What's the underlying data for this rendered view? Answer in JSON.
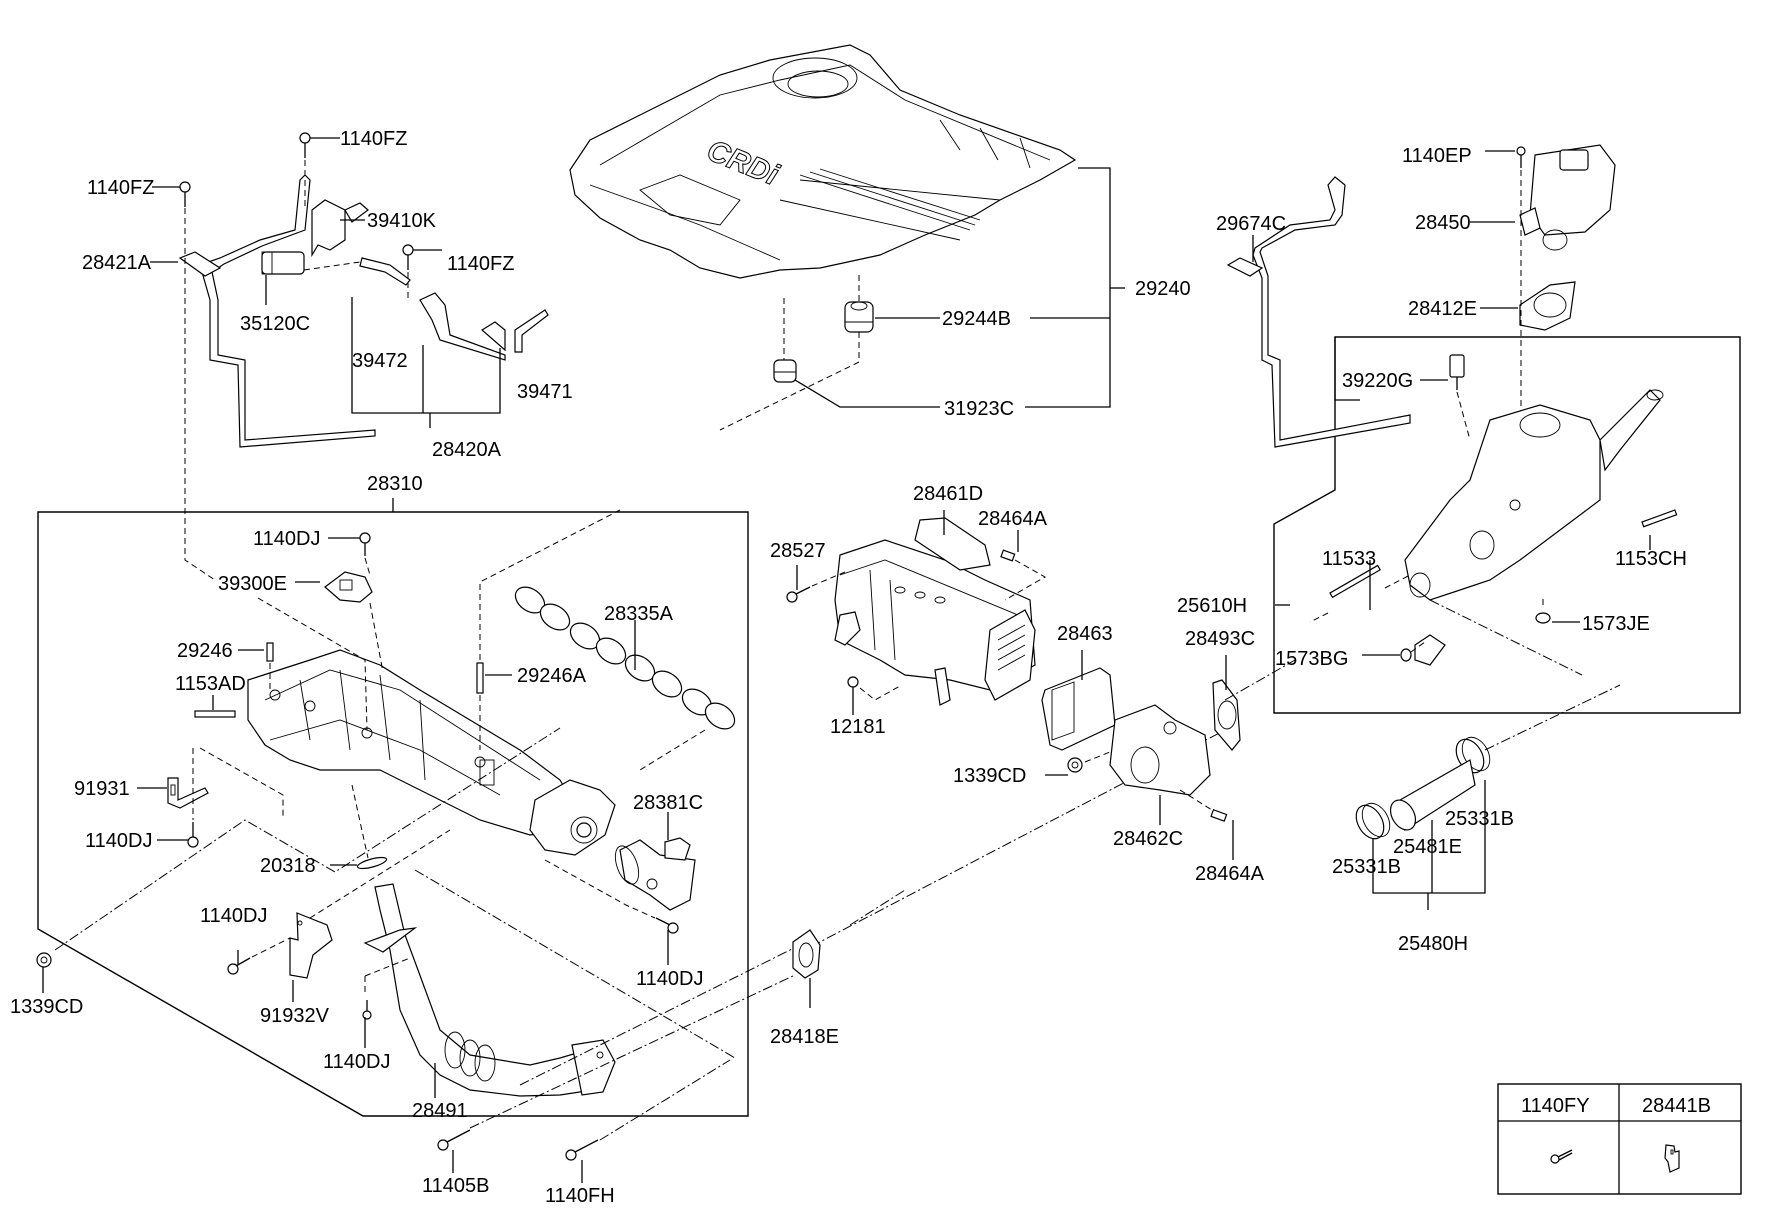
{
  "diagram": {
    "type": "exploded-parts-diagram",
    "subject": "Engine cover, intake manifold and EGR cooler assembly",
    "cover_text": "CRDi",
    "labels": {
      "cover_assembly": "29240",
      "cover_grommet": "29244B",
      "cover_grommet_lower": "31923C",
      "bolt_tl_left": "1140FZ",
      "bolt_tl_top": "1140FZ",
      "bolt_tl_right": "1140FZ",
      "bracket_39410k": "39410K",
      "pipe_28421a": "28421A",
      "valve_35120c": "35120C",
      "hose_39472": "39472",
      "hose_39471": "39471",
      "hose_assy_28420a": "28420A",
      "manifold_assy": "28310",
      "bolt_1140dj_sensor": "1140DJ",
      "sensor_39300e": "39300E",
      "stud_29246": "29246",
      "stud_1153ad": "1153AD",
      "stud_29246a": "29246A",
      "gasket_28335a": "28335A",
      "bracket_91931": "91931",
      "bolt_1140dj_bracket": "1140DJ",
      "gasket_20318": "20318",
      "valve_28381c": "28381C",
      "bolt_1140dj_valve": "1140DJ",
      "bolt_1140dj_left": "1140DJ",
      "bracket_91932v": "91932V",
      "bolt_1140dj_pipe": "1140DJ",
      "pipe_28491": "28491",
      "nut_1339cd_left": "1339CD",
      "bolt_11405b": "11405B",
      "bolt_1140fh": "1140FH",
      "cooler_28461d": "28461D",
      "bolt_28464a_top": "28464A",
      "bolt_28527": "28527",
      "nut_12181": "12181",
      "gasket_28463": "28463",
      "nut_1339cd_mid": "1339CD",
      "housing_28462c": "28462C",
      "bolt_28464a_bottom": "28464A",
      "gasket_28418e": "28418E",
      "gasket_28493c": "28493C",
      "egr_assy_25610h": "25610H",
      "stud_11533": "11533",
      "plug_1573bg": "1573BG",
      "plug_1573je": "1573JE",
      "stud_1153ch": "1153CH",
      "sensor_39220g": "39220G",
      "pipe_29674c": "29674C",
      "bolt_1140ep": "1140EP",
      "valve_28450": "28450",
      "gasket_28412e": "28412E",
      "clamp_25331b_right": "25331B",
      "hose_25481e": "25481E",
      "clamp_25331b_left": "25331B",
      "hose_assy_25480h": "25480H"
    },
    "legend_table": {
      "columns": [
        "1140FY",
        "28441B"
      ],
      "icons": [
        "bolt-icon",
        "clip-bracket-icon"
      ]
    }
  }
}
